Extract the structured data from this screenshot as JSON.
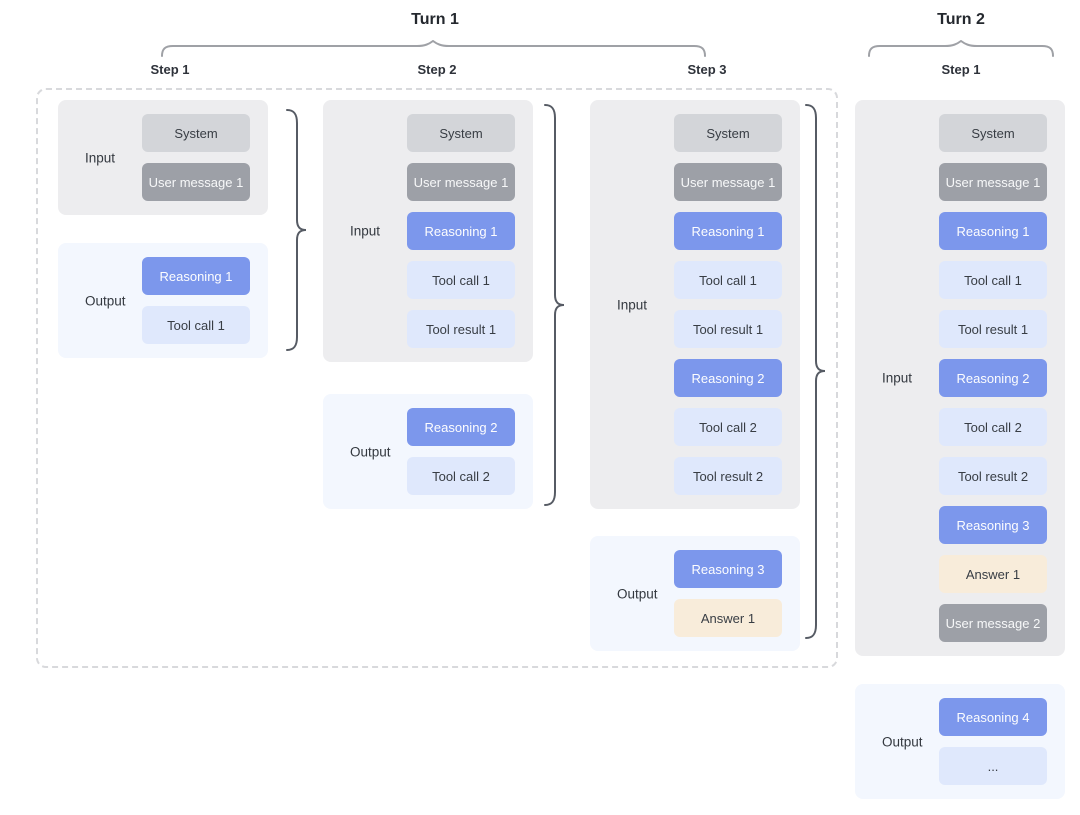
{
  "diagram": {
    "turn1": {
      "title": "Turn 1",
      "step_labels": [
        "Step 1",
        "Step 2",
        "Step 3"
      ],
      "steps": [
        {
          "input": {
            "label": "Input",
            "chips": [
              {
                "type": "system",
                "label": "System"
              },
              {
                "type": "user",
                "label": "User message 1"
              }
            ]
          },
          "output": {
            "label": "Output",
            "chips": [
              {
                "type": "reasoning",
                "label": "Reasoning 1"
              },
              {
                "type": "tool",
                "label": "Tool call 1"
              }
            ]
          }
        },
        {
          "input": {
            "label": "Input",
            "chips": [
              {
                "type": "system",
                "label": "System"
              },
              {
                "type": "user",
                "label": "User message 1"
              },
              {
                "type": "reasoning",
                "label": "Reasoning 1"
              },
              {
                "type": "tool",
                "label": "Tool call 1"
              },
              {
                "type": "tool",
                "label": "Tool result 1"
              }
            ]
          },
          "output": {
            "label": "Output",
            "chips": [
              {
                "type": "reasoning",
                "label": "Reasoning 2"
              },
              {
                "type": "tool",
                "label": "Tool call 2"
              }
            ]
          }
        },
        {
          "input": {
            "label": "Input",
            "chips": [
              {
                "type": "system",
                "label": "System"
              },
              {
                "type": "user",
                "label": "User message 1"
              },
              {
                "type": "reasoning",
                "label": "Reasoning 1"
              },
              {
                "type": "tool",
                "label": "Tool call 1"
              },
              {
                "type": "tool",
                "label": "Tool result 1"
              },
              {
                "type": "reasoning",
                "label": "Reasoning 2"
              },
              {
                "type": "tool",
                "label": "Tool call 2"
              },
              {
                "type": "tool",
                "label": "Tool result 2"
              }
            ]
          },
          "output": {
            "label": "Output",
            "chips": [
              {
                "type": "reasoning",
                "label": "Reasoning 3"
              },
              {
                "type": "answer",
                "label": "Answer 1"
              }
            ]
          }
        }
      ]
    },
    "turn2": {
      "title": "Turn 2",
      "step_labels": [
        "Step 1"
      ],
      "steps": [
        {
          "input": {
            "label": "Input",
            "chips": [
              {
                "type": "system",
                "label": "System"
              },
              {
                "type": "user",
                "label": "User message 1"
              },
              {
                "type": "reasoning",
                "label": "Reasoning 1"
              },
              {
                "type": "tool",
                "label": "Tool call 1"
              },
              {
                "type": "tool",
                "label": "Tool result 1"
              },
              {
                "type": "reasoning",
                "label": "Reasoning 2"
              },
              {
                "type": "tool",
                "label": "Tool call 2"
              },
              {
                "type": "tool",
                "label": "Tool result 2"
              },
              {
                "type": "reasoning",
                "label": "Reasoning 3"
              },
              {
                "type": "answer",
                "label": "Answer 1"
              },
              {
                "type": "user",
                "label": "User message 2"
              }
            ]
          },
          "output": {
            "label": "Output",
            "chips": [
              {
                "type": "reasoning",
                "label": "Reasoning 4"
              },
              {
                "type": "ellipsis",
                "label": "..."
              }
            ]
          }
        }
      ]
    },
    "colors": {
      "chip_system_bg": "#d3d5d9",
      "chip_user_bg": "#9da0a7",
      "chip_reasoning_bg": "#7c97ec",
      "chip_tool_bg": "#dfe8fc",
      "chip_answer_bg": "#f8ecda",
      "input_panel_bg": "#ededef",
      "output_panel_bg": "#f3f7fe",
      "dashed_border": "#d8d9dc",
      "brace_dark": "#565b64",
      "brace_light": "#9fa1a6"
    }
  }
}
